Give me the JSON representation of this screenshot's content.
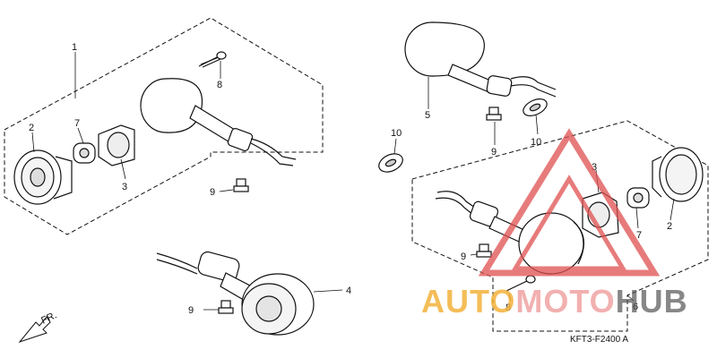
{
  "callouts": {
    "c1": "1",
    "c2a": "2",
    "c2b": "2",
    "c3a": "3",
    "c3b": "3",
    "c4": "4",
    "c5": "5",
    "c6": "6",
    "c7a": "7",
    "c7b": "7",
    "c8a": "8",
    "c8b": "8",
    "c9a": "9",
    "c9b": "9",
    "c9c": "9",
    "c9d": "9",
    "c10a": "10",
    "c10b": "10"
  },
  "front_label": "FR.",
  "diagram_code": "KFT3-F2400 A",
  "watermark": {
    "part1": "AUTO",
    "part2": "MOTO",
    "part3": "HUB"
  },
  "colors": {
    "line": "#111111",
    "watermark_red": "#e05050",
    "watermark_orange": "#f3b23c"
  }
}
